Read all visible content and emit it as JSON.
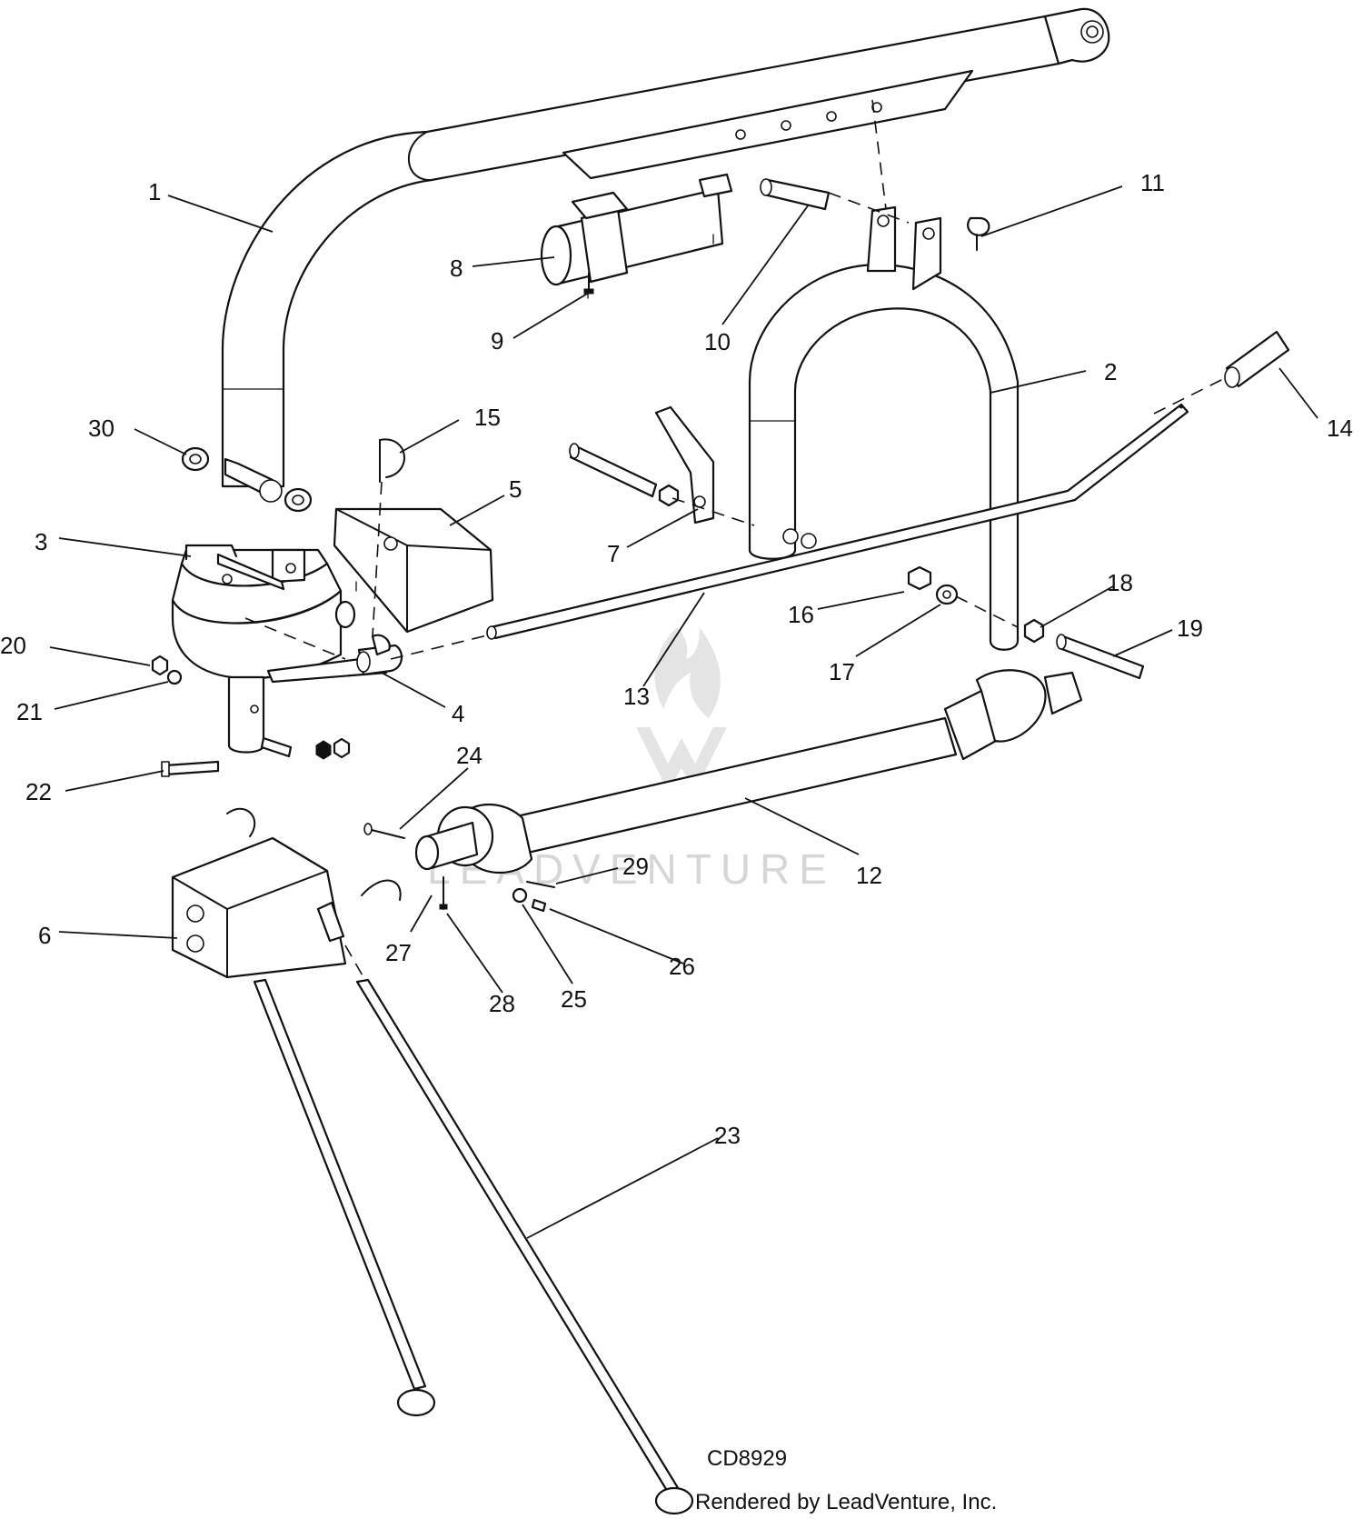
{
  "diagram": {
    "drawing_code": "CD8929",
    "render_credit": "Rendered by LeadVenture, Inc.",
    "watermark_text": "LEADVENTURE",
    "callouts": [
      {
        "n": "1",
        "label": "1"
      },
      {
        "n": "2",
        "label": "2"
      },
      {
        "n": "3",
        "label": "3"
      },
      {
        "n": "4",
        "label": "4"
      },
      {
        "n": "5",
        "label": "5"
      },
      {
        "n": "6",
        "label": "6"
      },
      {
        "n": "7",
        "label": "7"
      },
      {
        "n": "8",
        "label": "8"
      },
      {
        "n": "9",
        "label": "9"
      },
      {
        "n": "10",
        "label": "10"
      },
      {
        "n": "11",
        "label": "11"
      },
      {
        "n": "12",
        "label": "12"
      },
      {
        "n": "13",
        "label": "13"
      },
      {
        "n": "14",
        "label": "14"
      },
      {
        "n": "15",
        "label": "15"
      },
      {
        "n": "16",
        "label": "16"
      },
      {
        "n": "17",
        "label": "17"
      },
      {
        "n": "18",
        "label": "18"
      },
      {
        "n": "19",
        "label": "19"
      },
      {
        "n": "20",
        "label": "20"
      },
      {
        "n": "21",
        "label": "21"
      },
      {
        "n": "22",
        "label": "22"
      },
      {
        "n": "23",
        "label": "23"
      },
      {
        "n": "24",
        "label": "24"
      },
      {
        "n": "25",
        "label": "25"
      },
      {
        "n": "26",
        "label": "26"
      },
      {
        "n": "27",
        "label": "27"
      },
      {
        "n": "28",
        "label": "28"
      },
      {
        "n": "29",
        "label": "29"
      },
      {
        "n": "30",
        "label": "30"
      }
    ]
  }
}
